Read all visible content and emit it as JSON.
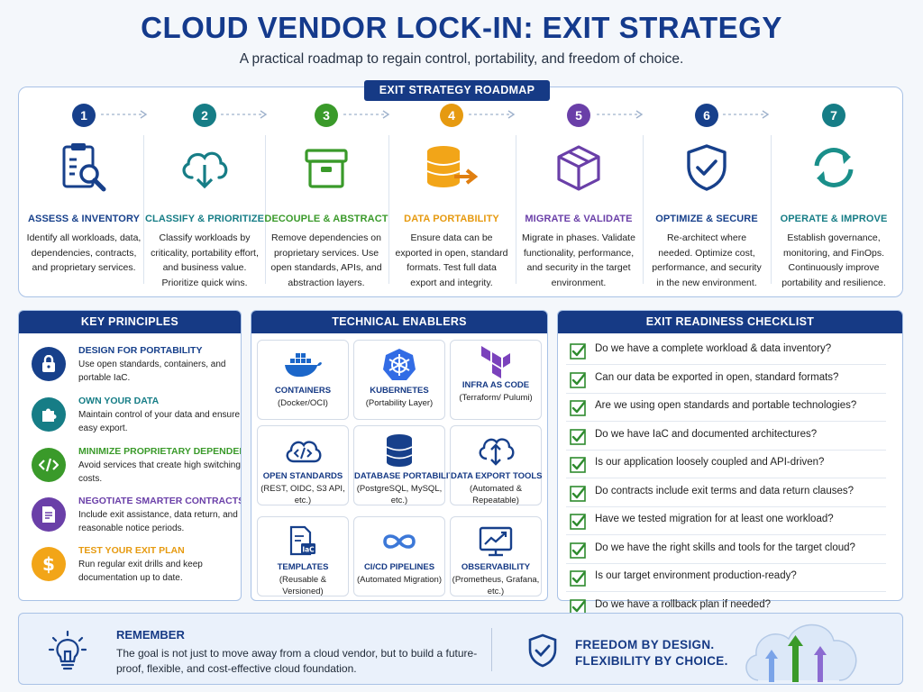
{
  "header": {
    "title": "CLOUD VENDOR LOCK-IN: EXIT STRATEGY",
    "subtitle": "A practical roadmap to regain control, portability, and freedom of choice."
  },
  "roadmap": {
    "label": "EXIT STRATEGY ROADMAP",
    "steps": [
      {
        "num": "1",
        "title": "ASSESS & INVENTORY",
        "desc": "Identify all workloads, data, dependencies, contracts, and proprietary services.",
        "color": "#17408b",
        "icon": "clipboard-search-icon"
      },
      {
        "num": "2",
        "title": "CLASSIFY & PRIORITIZE",
        "desc": "Classify workloads by criticality, portability effort, and business value. Prioritize quick wins.",
        "color": "#167d86",
        "icon": "cloud-download-icon"
      },
      {
        "num": "3",
        "title": "DECOUPLE & ABSTRACT",
        "desc": "Remove dependencies on proprietary services. Use open standards, APIs, and abstraction layers.",
        "color": "#3a9a2a",
        "icon": "box-icon"
      },
      {
        "num": "4",
        "title": "DATA PORTABILITY",
        "desc": "Ensure data can be exported in open, standard formats. Test full data export and integrity.",
        "color": "#e69a10",
        "icon": "database-export-icon"
      },
      {
        "num": "5",
        "title": "MIGRATE & VALIDATE",
        "desc": "Migrate in phases. Validate functionality, performance, and security in the target environment.",
        "color": "#6a3fa8",
        "icon": "cube-icon"
      },
      {
        "num": "6",
        "title": "OPTIMIZE & SECURE",
        "desc": "Re-architect where needed. Optimize cost, performance, and security in the new environment.",
        "color": "#17408b",
        "icon": "shield-check-icon"
      },
      {
        "num": "7",
        "title": "OPERATE & IMPROVE",
        "desc": "Establish governance, monitoring, and FinOps. Continuously improve portability and resilience.",
        "color": "#167d86",
        "icon": "refresh-icon"
      }
    ]
  },
  "principles": {
    "title": "KEY PRINCIPLES",
    "items": [
      {
        "title": "DESIGN FOR PORTABILITY",
        "desc": "Use open standards, containers, and portable IaC.",
        "color": "#17408b",
        "icon": "lock-icon"
      },
      {
        "title": "OWN YOUR DATA",
        "desc": "Maintain control of your data and ensure easy export.",
        "color": "#167d86",
        "icon": "puzzle-icon"
      },
      {
        "title": "MINIMIZE PROPRIETARY DEPENDENCIES",
        "desc": "Avoid services that create high switching costs.",
        "color": "#3a9a2a",
        "icon": "code-icon"
      },
      {
        "title": "NEGOTIATE SMARTER CONTRACTS",
        "desc": "Include exit assistance, data return, and reasonable notice periods.",
        "color": "#6a3fa8",
        "icon": "contract-icon"
      },
      {
        "title": "TEST YOUR EXIT PLAN",
        "desc": "Run regular exit drills and keep documentation up to date.",
        "color": "#e69a10",
        "icon": "dollar-icon"
      }
    ]
  },
  "enablers": {
    "title": "TECHNICAL ENABLERS",
    "cards": [
      {
        "title": "CONTAINERS",
        "desc": "(Docker/OCI)",
        "icon": "docker-icon"
      },
      {
        "title": "KUBERNETES",
        "desc": "(Portability Layer)",
        "icon": "kubernetes-icon"
      },
      {
        "title": "INFRA AS CODE",
        "desc": "(Terraform/ Pulumi)",
        "icon": "terraform-icon"
      },
      {
        "title": "OPEN STANDARDS",
        "desc": "(REST, OIDC, S3 API, etc.)",
        "icon": "cloud-code-icon"
      },
      {
        "title": "DATABASE PORTABILITY",
        "desc": "(PostgreSQL, MySQL, etc.)",
        "icon": "database-icon"
      },
      {
        "title": "DATA EXPORT TOOLS",
        "desc": "(Automated & Repeatable)",
        "icon": "cloud-sync-icon"
      },
      {
        "title": "TEMPLATES",
        "desc": "(Reusable & Versioned)",
        "icon": "iac-template-icon"
      },
      {
        "title": "CI/CD PIPELINES",
        "desc": "(Automated Migration)",
        "icon": "infinity-icon"
      },
      {
        "title": "OBSERVABILITY",
        "desc": "(Prometheus, Grafana, etc.)",
        "icon": "monitor-chart-icon"
      }
    ]
  },
  "checklist": {
    "title": "EXIT READINESS CHECKLIST",
    "items": [
      "Do we have a complete workload & data inventory?",
      "Can our data be exported in open, standard formats?",
      "Are we using open standards and portable technologies?",
      "Do we have IaC and documented architectures?",
      "Is our application loosely coupled and API-driven?",
      "Do contracts include exit terms and data return clauses?",
      "Have we tested migration for at least one workload?",
      "Do we have the right skills and tools for the target cloud?",
      "Is our target environment production-ready?",
      "Do we have a rollback plan if needed?"
    ]
  },
  "footer": {
    "remember_title": "REMEMBER",
    "remember_text": "The goal is not just to move away from a cloud vendor, but to build a future-proof, flexible, and cost-effective cloud foundation.",
    "freedom_line1": "FREEDOM BY DESIGN.",
    "freedom_line2": "FLEXIBILITY BY CHOICE."
  }
}
